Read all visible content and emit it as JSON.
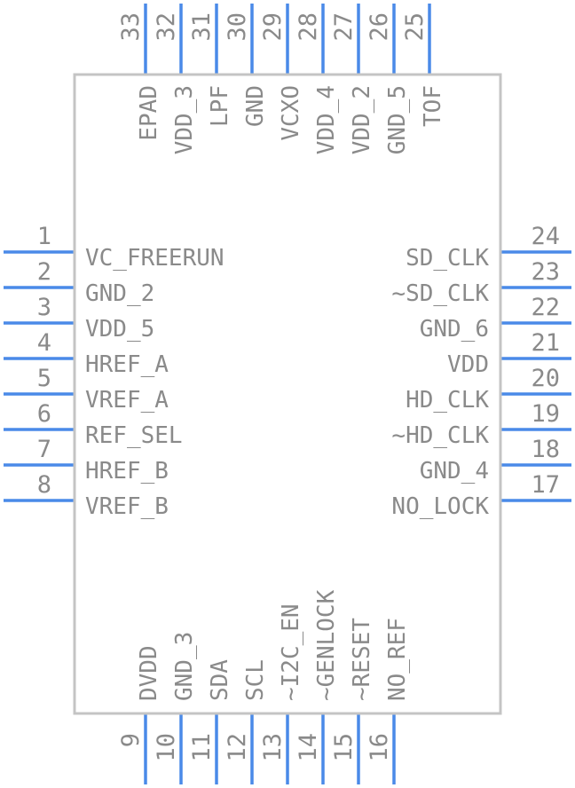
{
  "colors": {
    "pin": "#4a8ae8",
    "body_outline": "#c4c4c4",
    "text": "#8a8a8a",
    "background": "#ffffff"
  },
  "left_pins": [
    {
      "num": "1",
      "name": "VC_FREERUN"
    },
    {
      "num": "2",
      "name": "GND_2"
    },
    {
      "num": "3",
      "name": "VDD_5"
    },
    {
      "num": "4",
      "name": "HREF_A"
    },
    {
      "num": "5",
      "name": "VREF_A"
    },
    {
      "num": "6",
      "name": "REF_SEL"
    },
    {
      "num": "7",
      "name": "HREF_B"
    },
    {
      "num": "8",
      "name": "VREF_B"
    }
  ],
  "right_pins": [
    {
      "num": "24",
      "name": "SD_CLK"
    },
    {
      "num": "23",
      "name": "~SD_CLK"
    },
    {
      "num": "22",
      "name": "GND_6"
    },
    {
      "num": "21",
      "name": "VDD"
    },
    {
      "num": "20",
      "name": "HD_CLK"
    },
    {
      "num": "19",
      "name": "~HD_CLK"
    },
    {
      "num": "18",
      "name": "GND_4"
    },
    {
      "num": "17",
      "name": "NO_LOCK"
    }
  ],
  "top_pins": [
    {
      "num": "33",
      "name": "EPAD"
    },
    {
      "num": "32",
      "name": "VDD_3"
    },
    {
      "num": "31",
      "name": "LPF"
    },
    {
      "num": "30",
      "name": "GND"
    },
    {
      "num": "29",
      "name": "VCXO"
    },
    {
      "num": "28",
      "name": "VDD_4"
    },
    {
      "num": "27",
      "name": "VDD_2"
    },
    {
      "num": "26",
      "name": "GND_5"
    },
    {
      "num": "25",
      "name": "TOF"
    }
  ],
  "bottom_pins": [
    {
      "num": "9",
      "name": "DVDD"
    },
    {
      "num": "10",
      "name": "GND_3"
    },
    {
      "num": "11",
      "name": "SDA"
    },
    {
      "num": "12",
      "name": "SCL"
    },
    {
      "num": "13",
      "name": "~I2C_EN"
    },
    {
      "num": "14",
      "name": "~GENLOCK"
    },
    {
      "num": "15",
      "name": "~RESET"
    },
    {
      "num": "16",
      "name": "NO_REF"
    }
  ]
}
